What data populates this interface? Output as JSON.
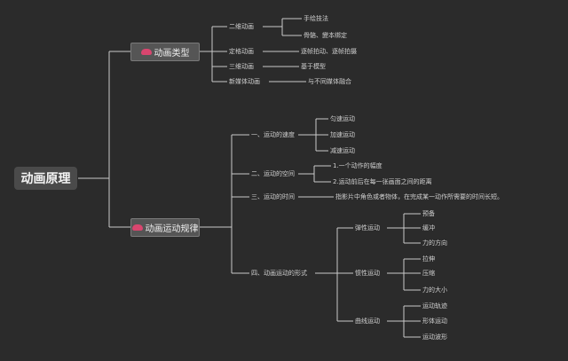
{
  "root": "动画原理",
  "branches": [
    {
      "label": "动画类型",
      "children": [
        {
          "label": "二维动画",
          "children": [
            "手绘技法",
            "骨骼、變本绑定"
          ]
        },
        {
          "label": "定格动画",
          "children": [
            "逐帧拍动、逐帧拍摄"
          ]
        },
        {
          "label": "三维动画",
          "children": [
            "基于模型"
          ]
        },
        {
          "label": "新媒体动画",
          "children": [
            "与不同媒体融合"
          ]
        }
      ]
    },
    {
      "label": "动画运动规律",
      "children": [
        {
          "label": "一、运动的速度",
          "children": [
            "匀速运动",
            "加速运动",
            "减速运动"
          ]
        },
        {
          "label": "二、运动的空间",
          "children": [
            "1.一个动作的幅度",
            "2.运动前后在每一张画面之间的距离"
          ]
        },
        {
          "label": "三、运动的时间",
          "children": [
            "指影片中角色或者物体，在完成某一动作所需要的时间长短。"
          ]
        },
        {
          "label": "四、动画运动的形式",
          "children": [
            {
              "label": "弹性运动",
              "children": [
                "预备",
                "缓冲",
                "力的方向"
              ]
            },
            {
              "label": "惯性运动",
              "children": [
                "拉伸",
                "压缩",
                "力的大小"
              ]
            },
            {
              "label": "曲线运动",
              "children": [
                "运动轨迹",
                "形体运动",
                "运动波形"
              ]
            }
          ]
        }
      ]
    }
  ],
  "colors": {
    "background": "#2b2b2b",
    "accent": "#d9466f"
  }
}
